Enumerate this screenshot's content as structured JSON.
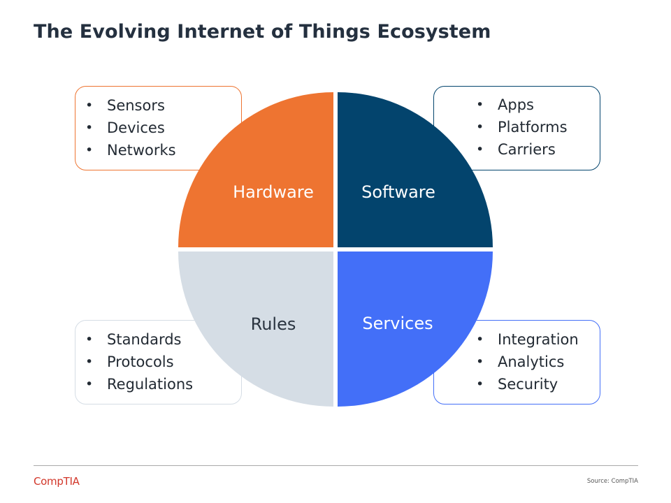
{
  "title": "The Evolving Internet of Things Ecosystem",
  "colors": {
    "hardware": "#ee7431",
    "software": "#03446d",
    "rules": "#d5dde5",
    "services": "#436ff8",
    "title_text": "#24303f",
    "logo": "#d2372a"
  },
  "quadrants": {
    "hardware": {
      "label": "Hardware",
      "items": [
        "Sensors",
        "Devices",
        "Networks"
      ]
    },
    "software": {
      "label": "Software",
      "items": [
        "Apps",
        "Platforms",
        "Carriers"
      ]
    },
    "rules": {
      "label": "Rules",
      "items": [
        "Standards",
        "Protocols",
        "Regulations"
      ]
    },
    "services": {
      "label": "Services",
      "items": [
        "Integration",
        "Analytics",
        "Security"
      ]
    }
  },
  "footer": {
    "logo": "CompTIA",
    "source": "Source: CompTIA"
  }
}
